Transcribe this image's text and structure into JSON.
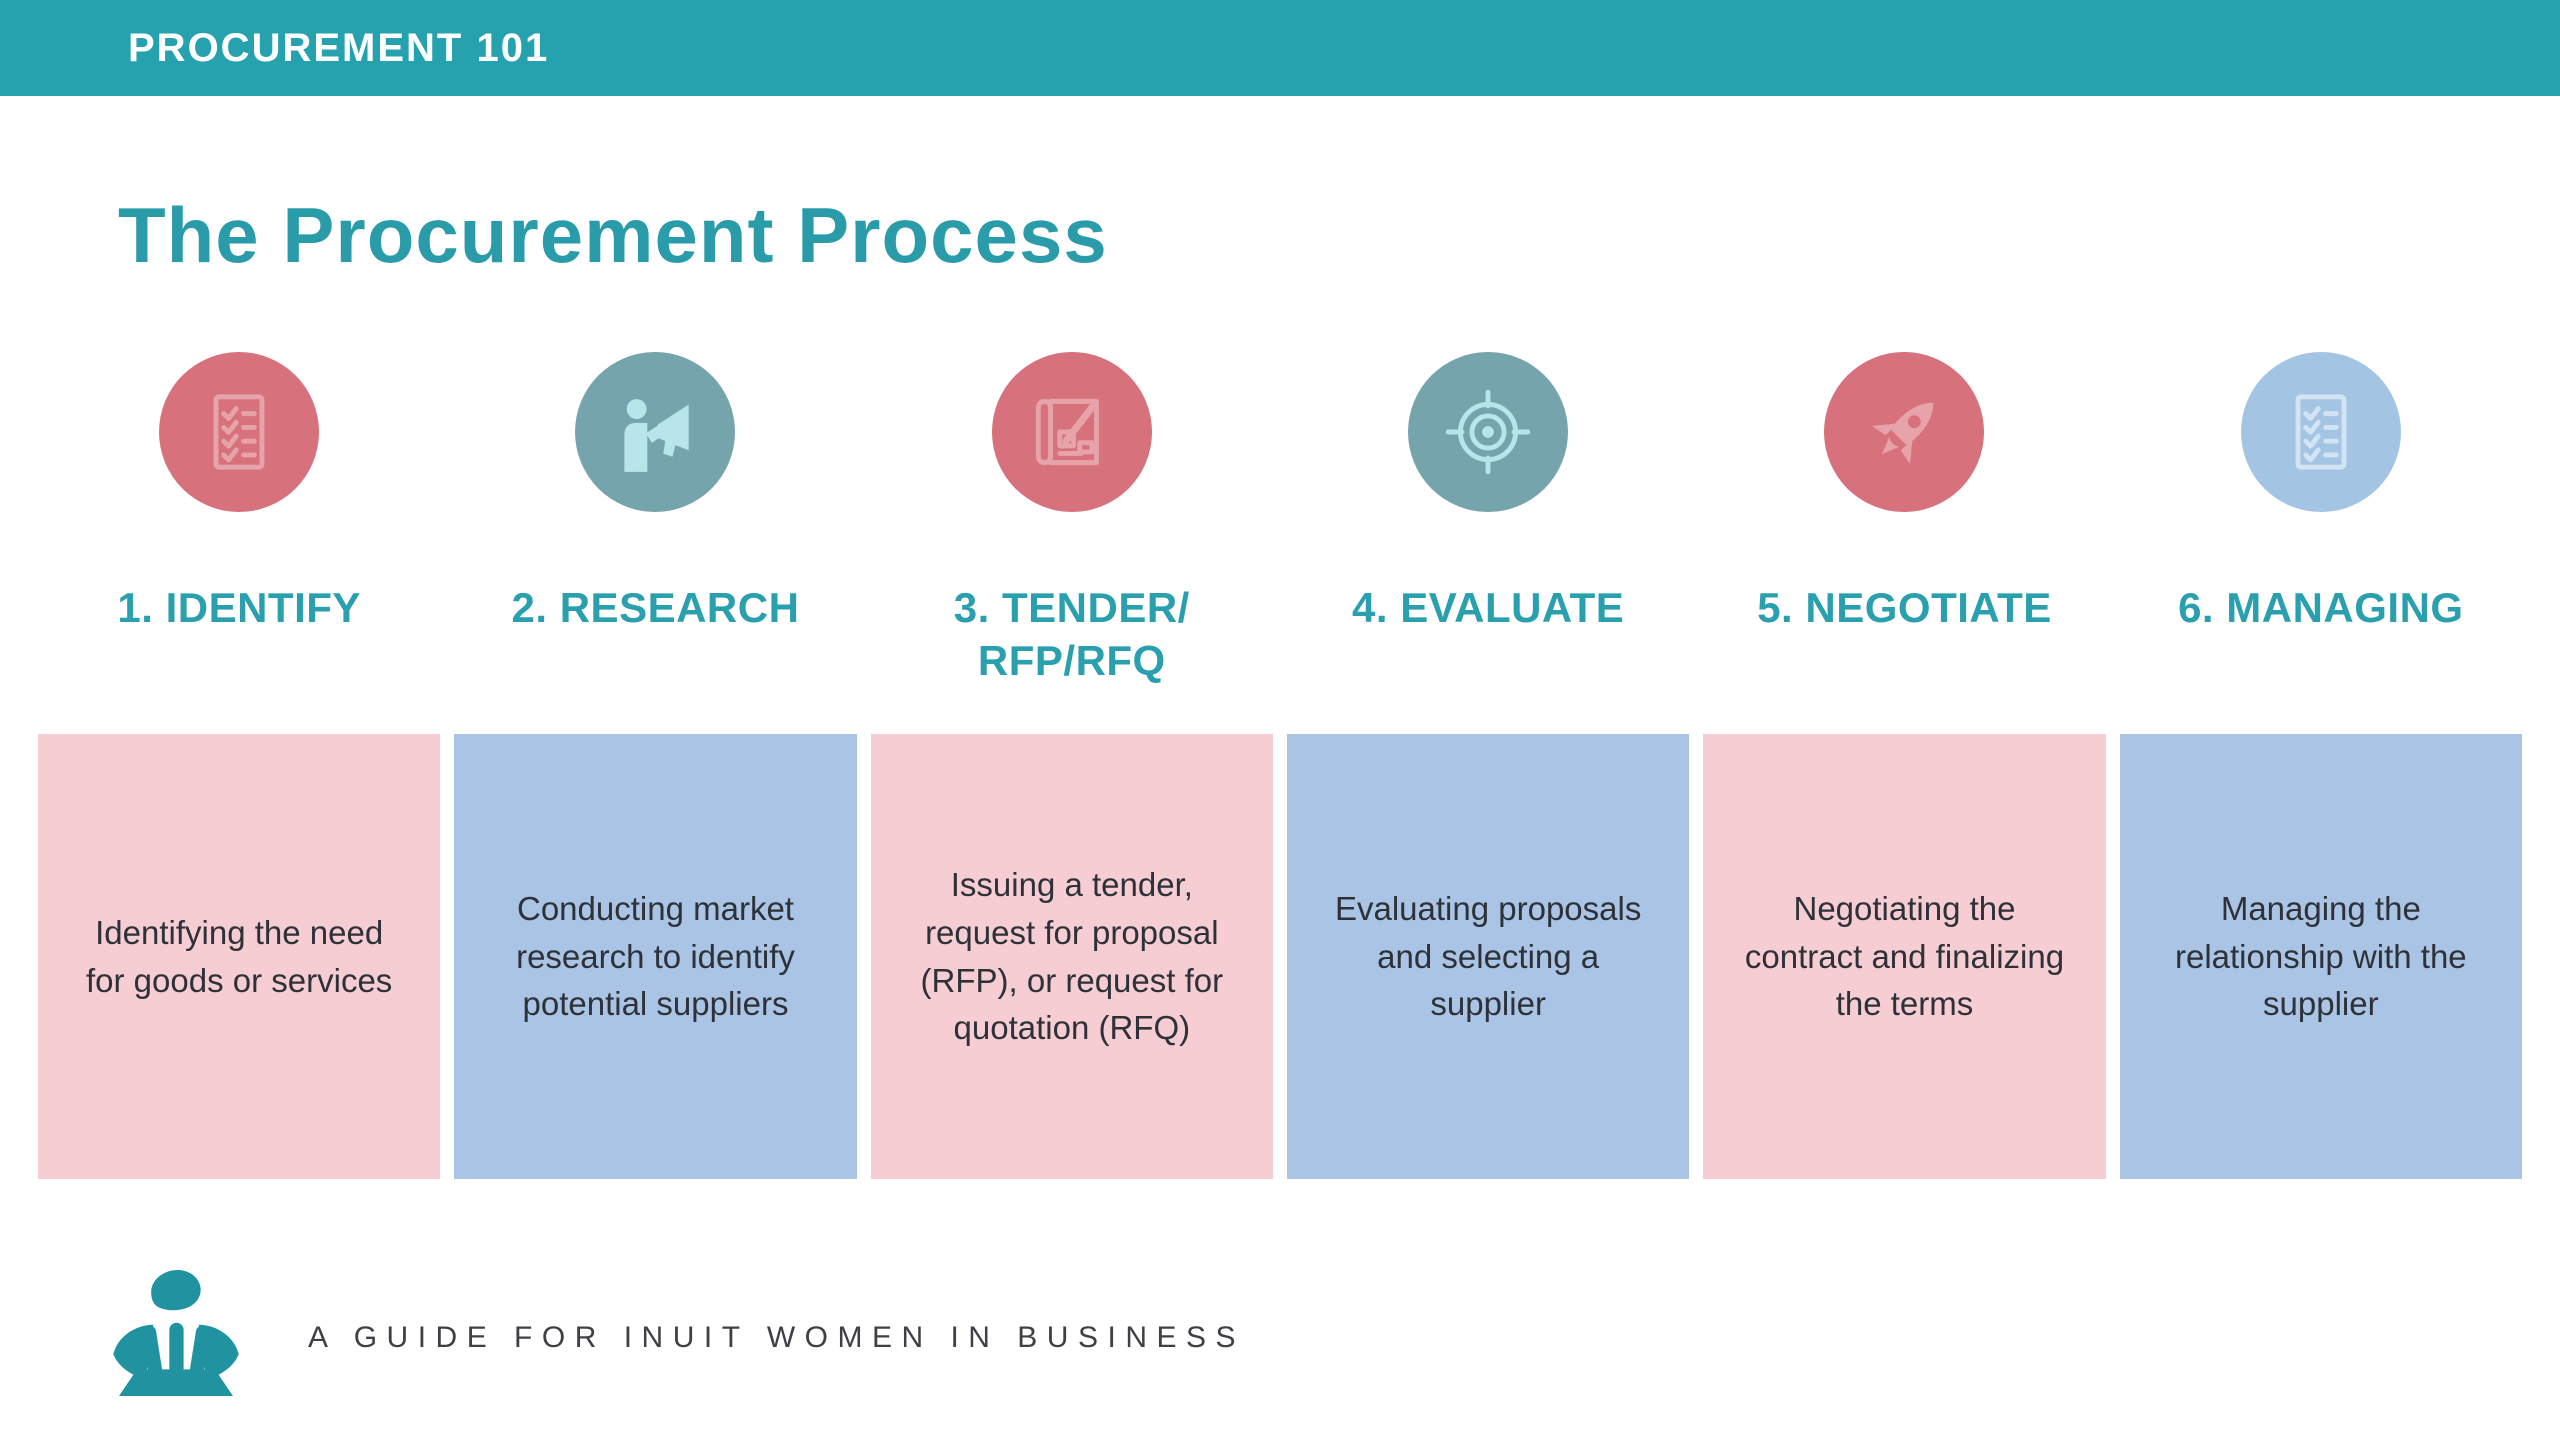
{
  "banner": {
    "title": "PROCUREMENT 101"
  },
  "page": {
    "title": "The Procurement Process"
  },
  "steps": [
    {
      "label": "1. IDENTIFY",
      "label2": "",
      "icon": "checklist-icon",
      "circle_color": "#D7717C",
      "glyph_color": "#E7A3AA",
      "box_color": "#F5CDD3",
      "description": "Identifying the need for goods or services"
    },
    {
      "label": "2. RESEARCH",
      "label2": "",
      "icon": "megaphone-person-icon",
      "circle_color": "#76A4AC",
      "glyph_color": "#B7E5E9",
      "box_color": "#A9C4E4",
      "description": "Conducting market research to identify potential suppliers"
    },
    {
      "label": "3. TENDER/",
      "label2": "RFP/RFQ",
      "icon": "blueprint-pencil-icon",
      "circle_color": "#D7717C",
      "glyph_color": "#E7A3AA",
      "box_color": "#F5CDD3",
      "description": "Issuing a tender, request for proposal (RFP), or request for quotation (RFQ)"
    },
    {
      "label": "4. EVALUATE",
      "label2": "",
      "icon": "target-icon",
      "circle_color": "#76A4AC",
      "glyph_color": "#B7E5E9",
      "box_color": "#A9C4E4",
      "description": "Evaluating proposals and selecting a supplier"
    },
    {
      "label": "5. NEGOTIATE",
      "label2": "",
      "icon": "rocket-icon",
      "circle_color": "#D7717C",
      "glyph_color": "#E7A3AA",
      "box_color": "#F5CDD3",
      "description": "Negotiating the contract and finalizing the terms"
    },
    {
      "label": "6. MANAGING",
      "label2": "",
      "icon": "checklist-icon",
      "circle_color": "#A3C4E2",
      "glyph_color": "#D2E4F4",
      "box_color": "#A9C4E4",
      "description": "Managing the relationship with the supplier"
    }
  ],
  "footer": {
    "tagline": "A GUIDE FOR INUIT WOMEN IN BUSINESS"
  },
  "colors": {
    "banner_teal": "#26A2AF",
    "title_teal": "#2A9CA9",
    "step_label_teal": "#2AA0AE",
    "box_text": "#2E3138",
    "logo_teal": "#2193A0",
    "tagline_text": "#3F3F45",
    "background": "#FFFFFF"
  }
}
